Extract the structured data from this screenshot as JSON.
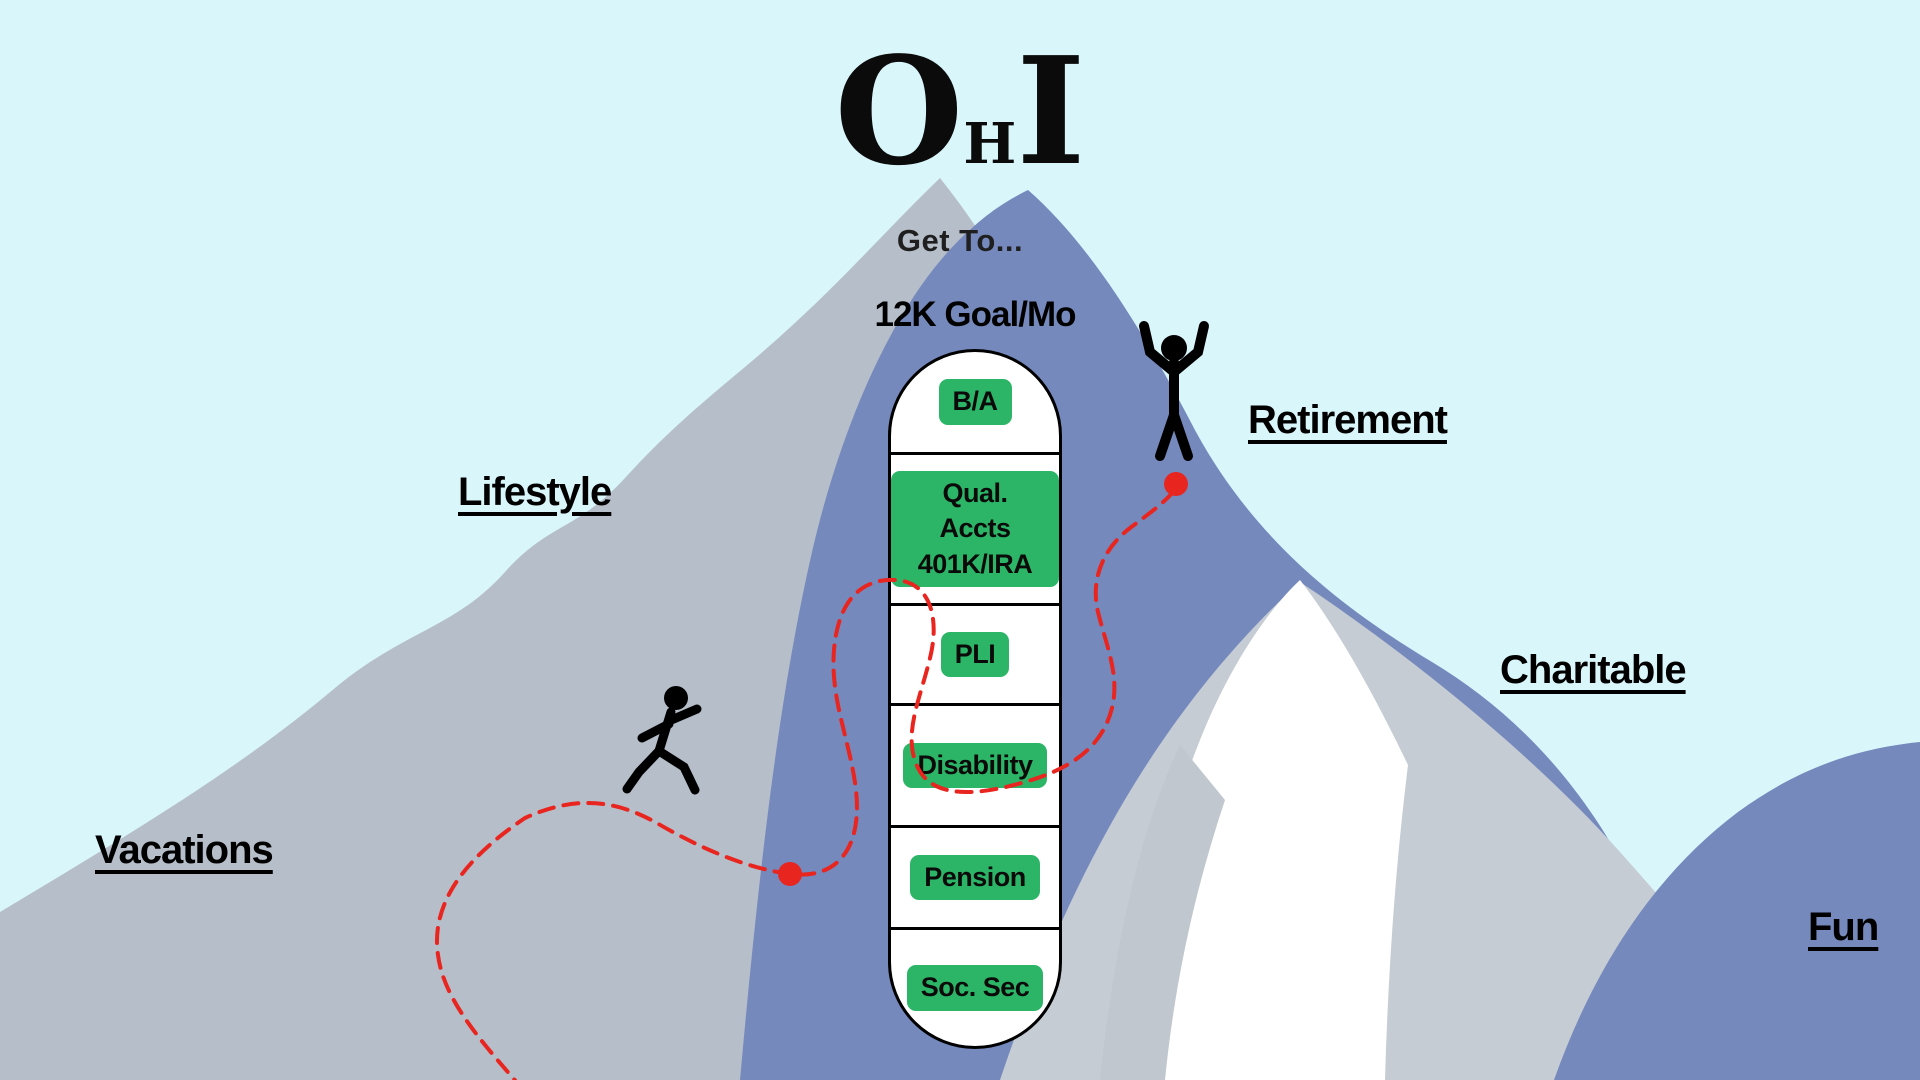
{
  "header": {
    "logo": {
      "o": "O",
      "h": "H",
      "i": "I"
    },
    "tagline": "Get To..."
  },
  "goal": {
    "label": "12K Goal/Mo"
  },
  "ladder": {
    "segments": [
      {
        "line1": "B/A"
      },
      {
        "line1": "Qual. Accts",
        "line2": "401K/IRA"
      },
      {
        "line1": "PLI"
      },
      {
        "line1": "Disability"
      },
      {
        "line1": "Pension"
      },
      {
        "line1": "Soc. Sec"
      }
    ]
  },
  "map_labels": {
    "lifestyle": "Lifestyle",
    "vacations": "Vacations",
    "retirement": "Retirement",
    "charitable": "Charitable",
    "fun": "Fun"
  },
  "icons": {
    "runner": "runner-figure-icon",
    "victory": "victory-figure-icon",
    "waypoint": "red-dot"
  },
  "colors": {
    "sky": "#d9f6fb",
    "mountain_gray": "#b6bec9",
    "mountain_blue": "#7589bd",
    "mountain_gray_light": "#c5ccd4",
    "snow": "#ffffff",
    "badge_green": "#2cb567",
    "path_red": "#e8251f",
    "text": "#000000"
  }
}
